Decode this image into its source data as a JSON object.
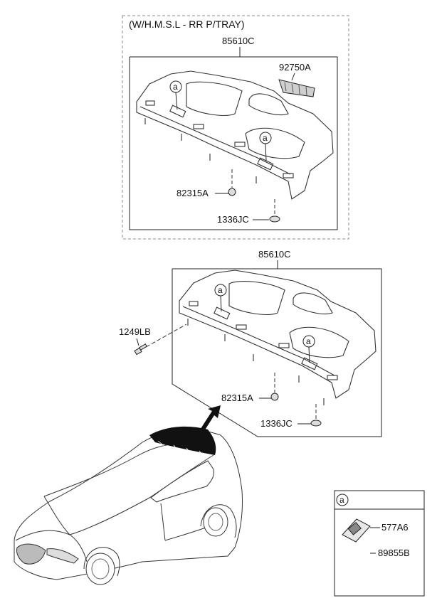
{
  "diagram": {
    "variant_header": "(W/H.M.S.L - RR P/TRAY)",
    "group1": {
      "assembly_label": "85610C",
      "light_label": "92750A",
      "grommet_label": "82315A",
      "fastener_label": "1336JC",
      "callout_a1": "a",
      "callout_a2": "a"
    },
    "group2": {
      "assembly_label": "85610C",
      "bolt_label": "1249LB",
      "grommet_label": "82315A",
      "fastener_label": "1336JC",
      "callout_a1": "a",
      "callout_a2": "a"
    },
    "detail": {
      "header": "a",
      "part1": "577A6",
      "part2": "89855B"
    }
  }
}
